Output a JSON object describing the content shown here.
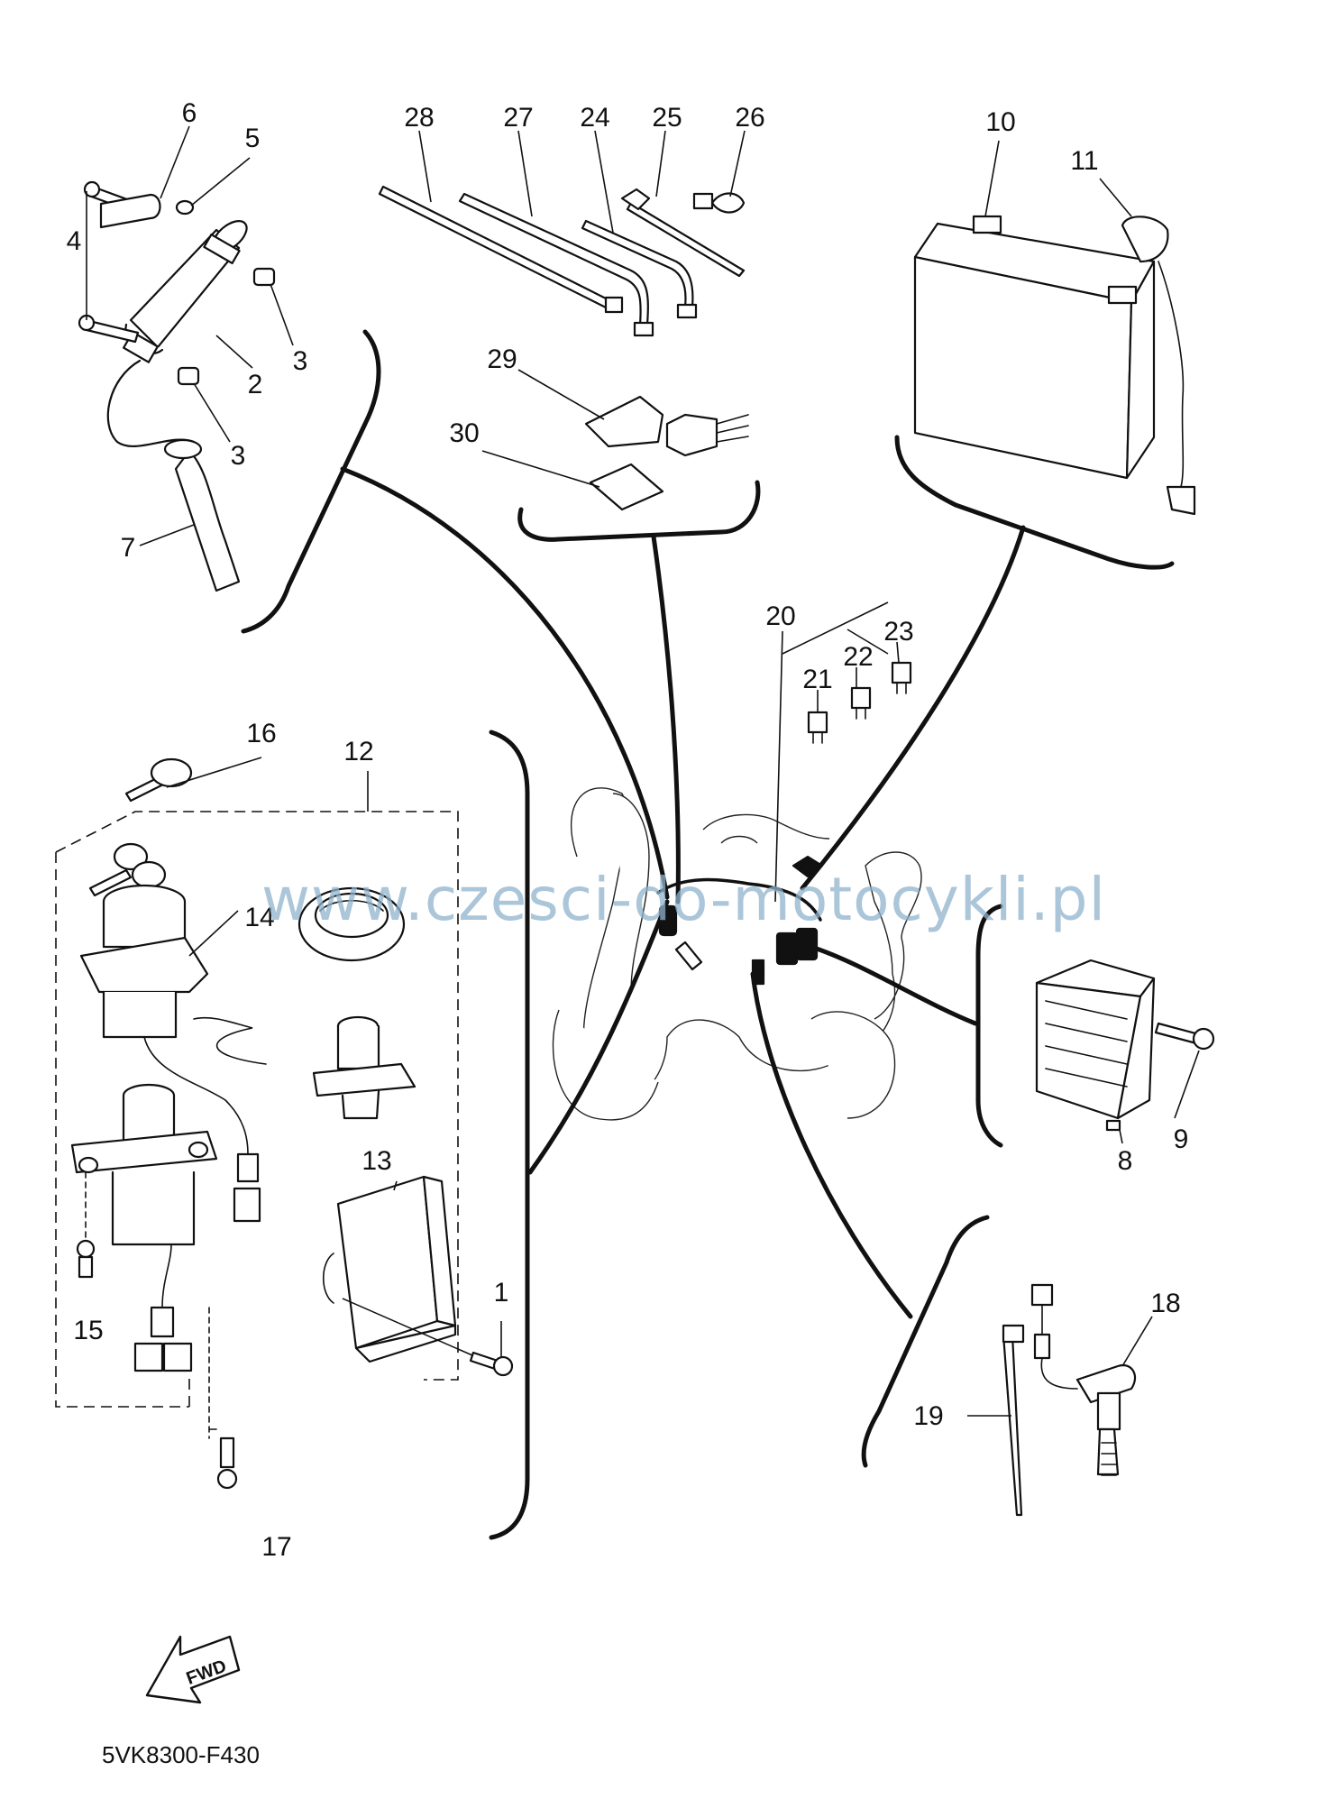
{
  "diagram_code": "5VK8300-F430",
  "watermark": "www.czesci-do-motocykli.pl",
  "fwd_label": "FWD",
  "callouts": [
    "1",
    "2",
    "3",
    "3",
    "4",
    "5",
    "6",
    "7",
    "8",
    "9",
    "10",
    "11",
    "12",
    "13",
    "14",
    "15",
    "16",
    "17",
    "18",
    "19",
    "20",
    "21",
    "22",
    "23",
    "24",
    "25",
    "26",
    "27",
    "28",
    "29",
    "30"
  ]
}
